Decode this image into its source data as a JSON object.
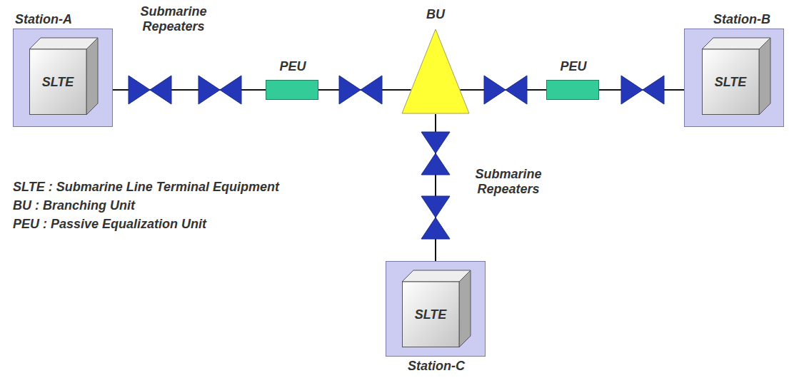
{
  "diagram": {
    "nodes": [
      {
        "text": [
          "Station-A"
        ]
      },
      {
        "text": [
          "SLTE"
        ],
        "in": 0
      },
      {
        "text": [
          "PEU"
        ]
      },
      {
        "text": [
          "BU"
        ]
      },
      {
        "text": [
          "PEU"
        ]
      },
      {
        "text": [
          "Station-B"
        ]
      },
      {
        "text": [
          "SLTE"
        ],
        "in": 5
      },
      {
        "text": [
          "Station-C"
        ]
      },
      {
        "text": [
          "SLTE"
        ],
        "in": 7
      }
    ],
    "edges": [
      {
        "from": 1,
        "to": 2,
        "arrow": "none"
      },
      {
        "from": 2,
        "to": 3,
        "arrow": "none"
      },
      {
        "from": 3,
        "to": 4,
        "arrow": "none"
      },
      {
        "from": 4,
        "to": 6,
        "arrow": "none"
      },
      {
        "from": 3,
        "to": 8,
        "arrow": "none"
      }
    ],
    "labels": [
      "Submarine Repeaters",
      "Submarine Repeaters",
      "SLTE : Submarine Line Terminal Equipment",
      "BU : Branching Unit",
      "PEU : Passive Equalization Unit"
    ]
  }
}
